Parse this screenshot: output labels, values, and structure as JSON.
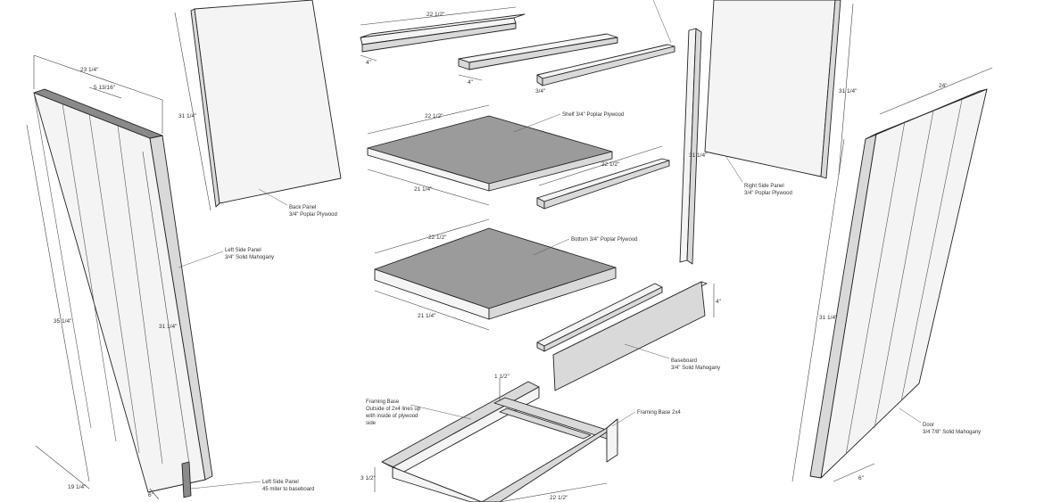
{
  "labels": {
    "back_panel": [
      "Back Panel",
      "3/4\" Poplar Plywood"
    ],
    "left_side_panel": [
      "Left Side Panel",
      "3/4\" Solid Mahogany"
    ],
    "left_side_miter": [
      "Left Side Panel",
      "45 miter to baseboard"
    ],
    "shelf": [
      "Shelf 3/4\" Poplar Plywood"
    ],
    "bottom": [
      "Bottom 3/4\" Poplar Plywood"
    ],
    "right_side_panel": [
      "Right Side Panel",
      "3/4\" Poplar Plywood"
    ],
    "baseboard": [
      "Baseboard",
      "3/4\" Solid Mahogany"
    ],
    "framing_base_left": [
      "Framing Base",
      "Outside of 2x4 lines up",
      "with inside of plywood",
      "side"
    ],
    "framing_base_right": [
      "Framing Base 2x4"
    ],
    "door": [
      "Door",
      "3/4 7/8\" Solid Mahogany"
    ]
  },
  "dimensions": {
    "left_width": "23 1/4\"",
    "left_board": "5 13/16\"",
    "left_height_outer": "35 1/4\"",
    "left_height_inner": "31 1/4\"",
    "left_depth": "19 1/4\"",
    "left_base": "6\"",
    "back_height": "31 1/4\"",
    "top_rail_len": "22 1/2\"",
    "top_rail_w1": "4\"",
    "top_rail_w2": "4\"",
    "top_rail_w3": "3/4\"",
    "shelf_width": "22 1/2\"",
    "shelf_depth": "21 1/4\"",
    "cleat_len": "22 1/2\"",
    "bottom_width": "22 1/2\"",
    "bottom_depth": "21 1/4\"",
    "baseboard_h": "4\"",
    "frame_h1": "1 1/2\"",
    "frame_h2": "3 1/2\"",
    "frame_len": "22 1/2\"",
    "right_height": "31 1/4\"",
    "stile_height": "31 1/4\"",
    "door_height": "31 1/4\"",
    "door_width": "24\"",
    "door_bottom": "6\""
  },
  "colors": {
    "line": "#222222",
    "plywood_face": "#9b9b9b",
    "light_face": "#f4f4f4"
  }
}
